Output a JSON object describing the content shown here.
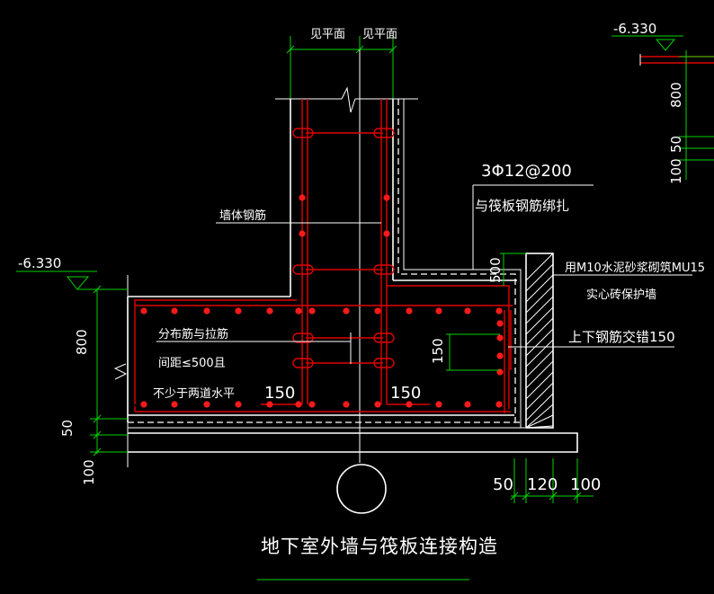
{
  "diagram": {
    "title": "地下室外墙与筏板连接构造",
    "labels": {
      "see_plan_left": "见平面",
      "see_plan_right": "见平面",
      "elev_main": "-6.330",
      "elev_top_right": "-6.330",
      "rebar_spec": "3Φ12@200",
      "tie_note": "与筏板钢筋绑扎",
      "wall_rebar": "墙体钢筋",
      "dist_line1": "分布筋与拉筋",
      "dist_line2": "间距≤500且",
      "dist_line3": "不少于两道水平",
      "dim_150_left": "150",
      "dim_150_right": "150",
      "masonry_line1": "用M10水泥砂浆砌筑MU15",
      "masonry_line2": "实心砖保护墙",
      "lap_note": "上下钢筋交错150",
      "dim_500": "500",
      "dim_150_vert": "150",
      "dim_800": "800",
      "dim_50": "50",
      "dim_100": "100",
      "dim_800_right": "800",
      "dim_50_right": "50",
      "dim_100_right": "100",
      "dim_b50": "50",
      "dim_b120": "120",
      "dim_b100": "100"
    },
    "colors": {
      "background": "#000000",
      "rebar": "#e00000",
      "dimension": "#00d400",
      "linework": "#ffffff"
    }
  }
}
